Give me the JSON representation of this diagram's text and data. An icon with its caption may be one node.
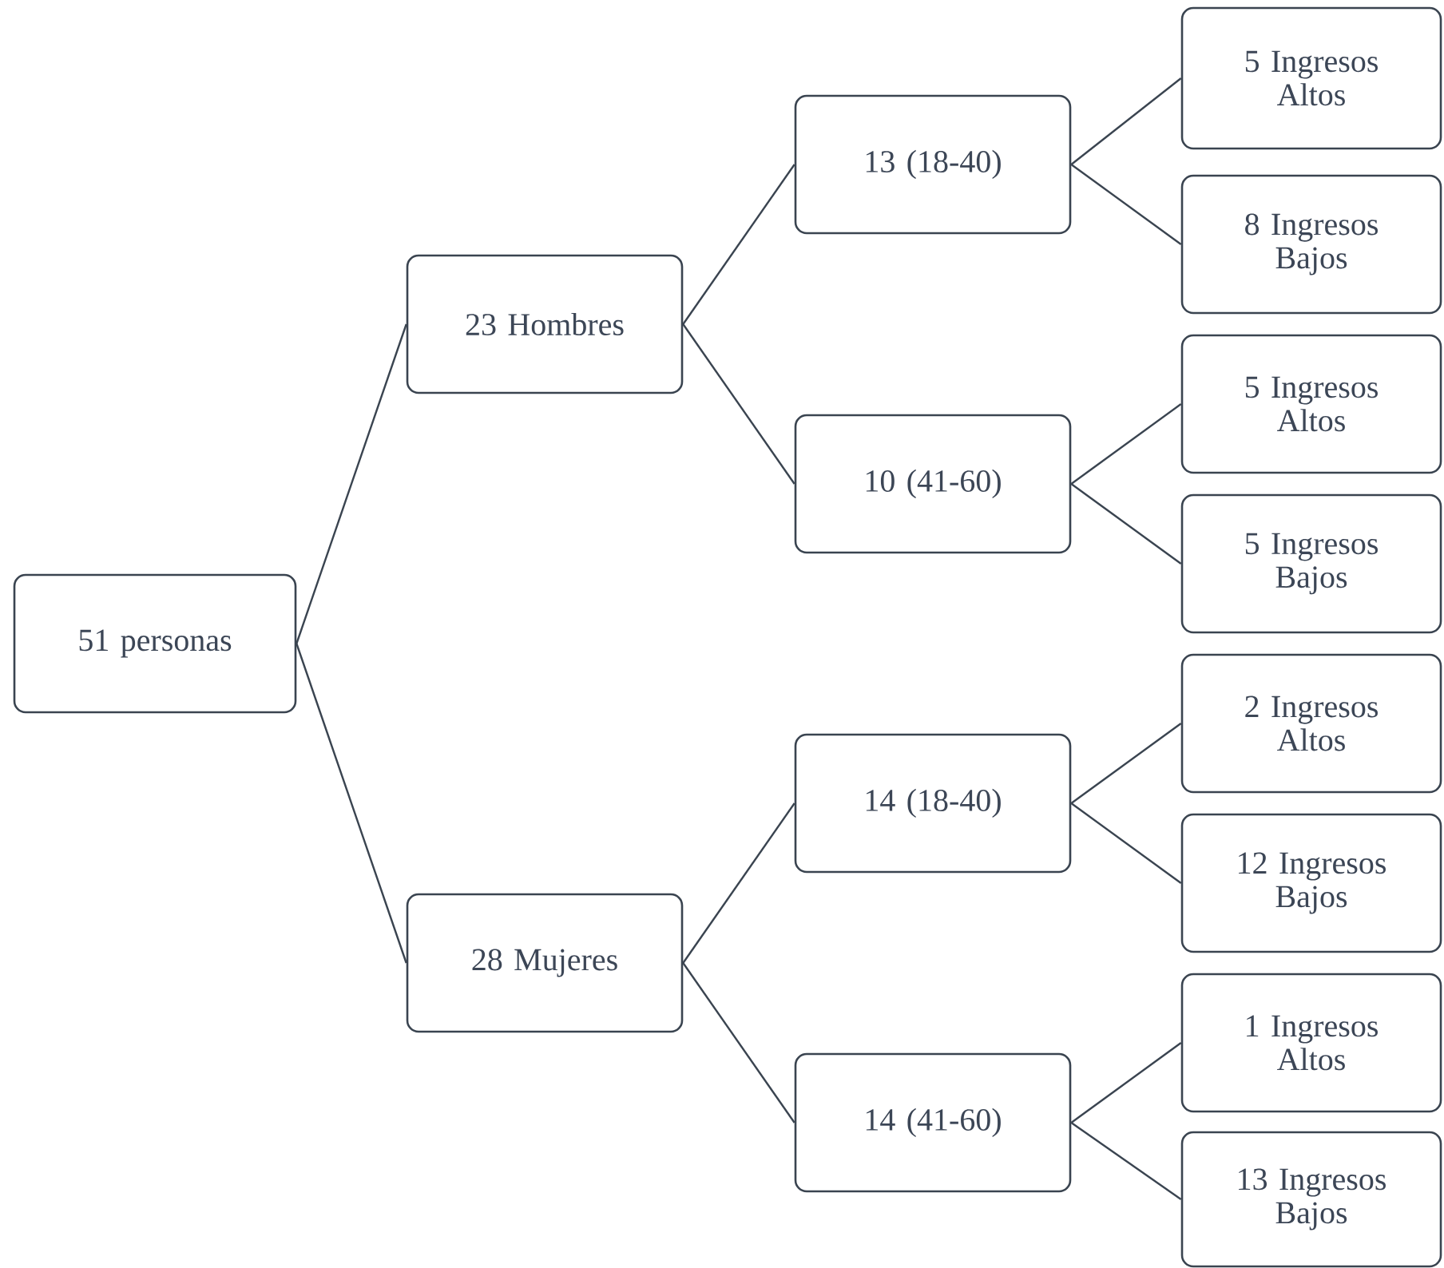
{
  "diagram": {
    "nodes": [
      {
        "text": [
          "51 personas"
        ]
      },
      {
        "text": [
          "23 Hombres"
        ]
      },
      {
        "text": [
          "13 (18-40)"
        ]
      },
      {
        "text": [
          "5 Ingresos Altos"
        ]
      },
      {
        "text": [
          "8 Ingresos Bajos"
        ]
      },
      {
        "text": [
          "10 (41-60)"
        ]
      },
      {
        "text": [
          "5 Ingresos Altos"
        ]
      },
      {
        "text": [
          "5 Ingresos Bajos"
        ]
      },
      {
        "text": [
          "28 Mujeres"
        ]
      },
      {
        "text": [
          "14 (18-40)"
        ]
      },
      {
        "text": [
          "2 Ingresos Altos"
        ]
      },
      {
        "text": [
          "12 Ingresos Bajos"
        ]
      },
      {
        "text": [
          "14 (41-60)"
        ]
      },
      {
        "text": [
          "1 Ingresos Altos"
        ]
      },
      {
        "text": [
          "13 Ingresos Bajos"
        ]
      }
    ],
    "edges": [
      {
        "from": 0,
        "to": 1,
        "arrow": "none"
      },
      {
        "from": 0,
        "to": 8,
        "arrow": "none"
      },
      {
        "from": 1,
        "to": 2,
        "arrow": "none"
      },
      {
        "from": 1,
        "to": 5,
        "arrow": "none"
      },
      {
        "from": 2,
        "to": 3,
        "arrow": "none"
      },
      {
        "from": 2,
        "to": 4,
        "arrow": "none"
      },
      {
        "from": 5,
        "to": 6,
        "arrow": "none"
      },
      {
        "from": 5,
        "to": 7,
        "arrow": "none"
      },
      {
        "from": 8,
        "to": 9,
        "arrow": "none"
      },
      {
        "from": 8,
        "to": 12,
        "arrow": "none"
      },
      {
        "from": 9,
        "to": 10,
        "arrow": "none"
      },
      {
        "from": 9,
        "to": 11,
        "arrow": "none"
      },
      {
        "from": 12,
        "to": 13,
        "arrow": "none"
      },
      {
        "from": 12,
        "to": 14,
        "arrow": "none"
      }
    ]
  }
}
